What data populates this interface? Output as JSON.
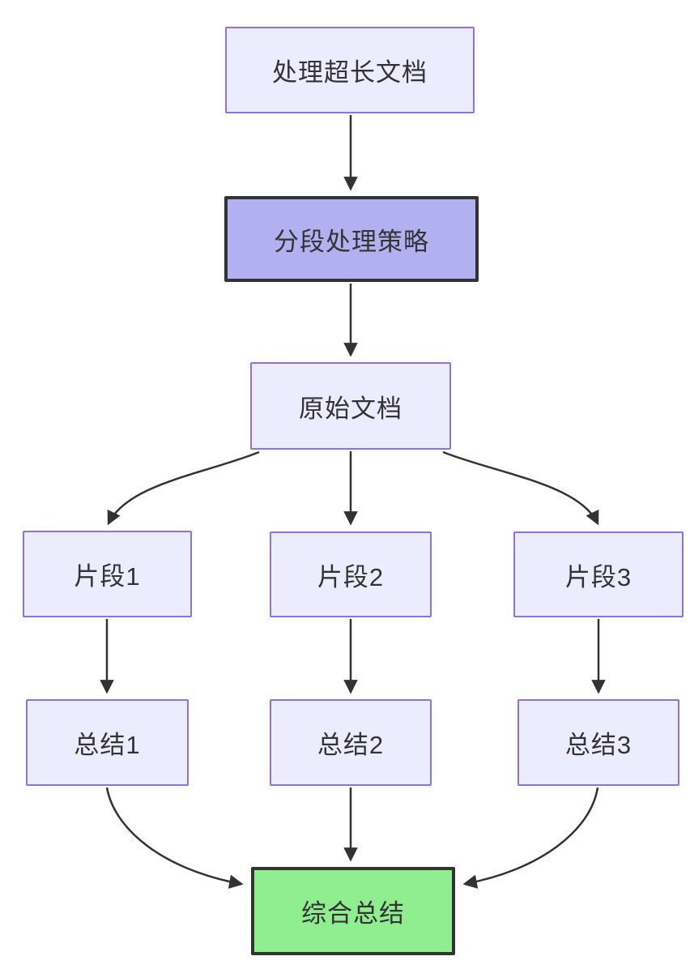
{
  "diagram": {
    "type": "flowchart",
    "direction": "top-down",
    "background_color": "#FFFFFF",
    "nodes": {
      "doc": {
        "label": "处理超长文档",
        "style": "default"
      },
      "strategy": {
        "label": "分段处理策略",
        "style": "highlight"
      },
      "original": {
        "label": "原始文档",
        "style": "default"
      },
      "frag1": {
        "label": "片段1",
        "style": "default"
      },
      "frag2": {
        "label": "片段2",
        "style": "default"
      },
      "frag3": {
        "label": "片段3",
        "style": "default"
      },
      "sum1": {
        "label": "总结1",
        "style": "default"
      },
      "sum2": {
        "label": "总结2",
        "style": "default"
      },
      "sum3": {
        "label": "总结3",
        "style": "default"
      },
      "final": {
        "label": "综合总结",
        "style": "success"
      }
    },
    "edges": [
      {
        "from": "处理超长文档",
        "to": "分段处理策略"
      },
      {
        "from": "分段处理策略",
        "to": "原始文档"
      },
      {
        "from": "原始文档",
        "to": "片段1"
      },
      {
        "from": "原始文档",
        "to": "片段2"
      },
      {
        "from": "原始文档",
        "to": "片段3"
      },
      {
        "from": "片段1",
        "to": "总结1"
      },
      {
        "from": "片段2",
        "to": "总结2"
      },
      {
        "from": "片段3",
        "to": "总结3"
      },
      {
        "from": "总结1",
        "to": "综合总结"
      },
      {
        "from": "总结2",
        "to": "综合总结"
      },
      {
        "from": "总结3",
        "to": "综合总结"
      }
    ],
    "colors": {
      "node_default_fill": "#ECECFF",
      "node_default_border": "#9370DB",
      "node_highlight_fill": "#B1B1F2",
      "node_highlight_border": "#333333",
      "node_success_fill": "#90EE90",
      "node_success_border": "#333333",
      "edge_stroke": "#333333",
      "text_color": "#333333"
    }
  }
}
